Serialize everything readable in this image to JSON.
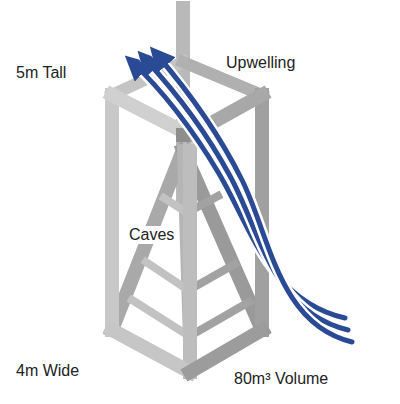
{
  "diagram": {
    "labels": [
      "5m Tall",
      "Upwelling",
      "Caves",
      "4m Wide",
      "80m³ Volume"
    ]
  }
}
